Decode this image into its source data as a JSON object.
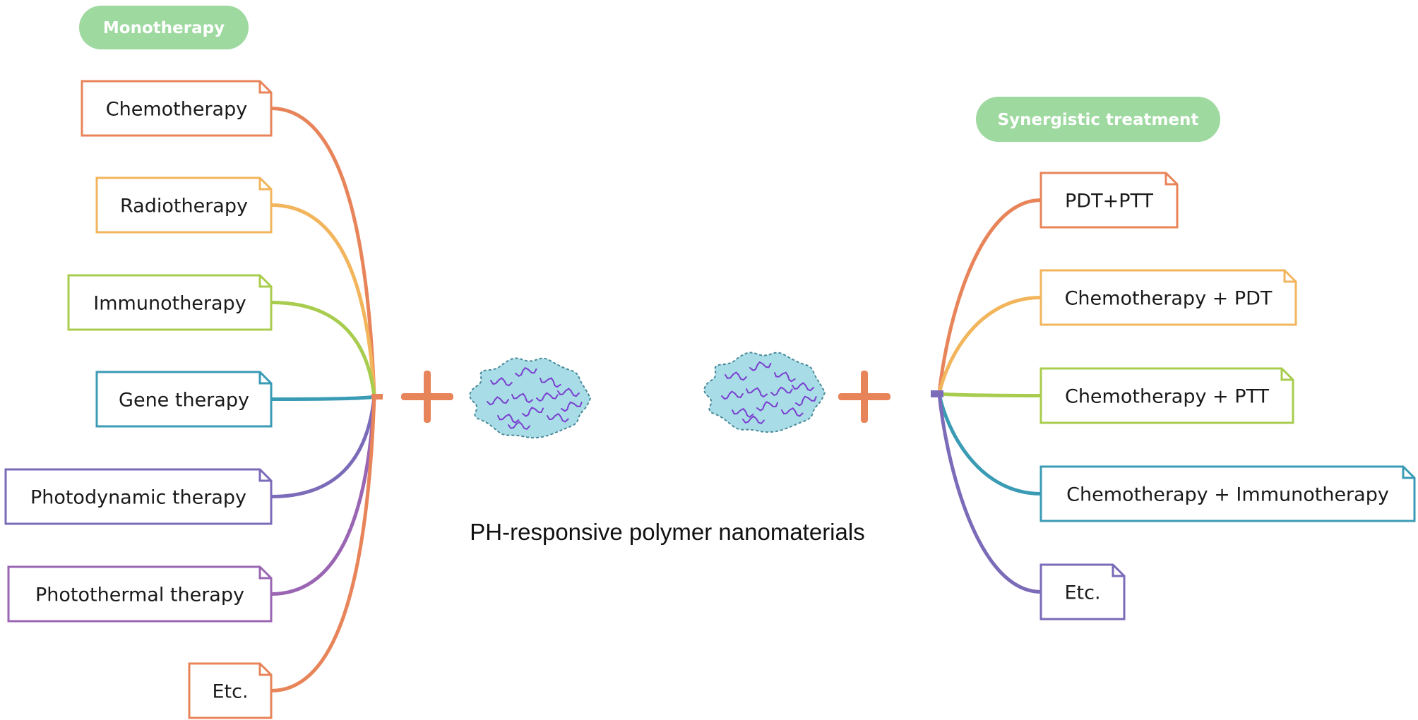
{
  "left_group": {
    "heading": "Monotherapy",
    "items": [
      {
        "label": "Chemotherapy",
        "color": "#e8845a"
      },
      {
        "label": "Radiotherapy",
        "color": "#f2b55c"
      },
      {
        "label": "Immunotherapy",
        "color": "#a8cc4e"
      },
      {
        "label": "Gene therapy",
        "color": "#3a9bb5"
      },
      {
        "label": "Photodynamic therapy",
        "color": "#7b6bb8"
      },
      {
        "label": "Photothermal therapy",
        "color": "#9a66b3"
      },
      {
        "label": "Etc.",
        "color": "#e8845a"
      }
    ]
  },
  "right_group": {
    "heading": "Synergistic treatment",
    "items": [
      {
        "label": "PDT+PTT",
        "color": "#e8845a"
      },
      {
        "label": "Chemotherapy + PDT",
        "color": "#f2b55c"
      },
      {
        "label": "Chemotherapy + PTT",
        "color": "#a8cc4e"
      },
      {
        "label": "Chemotherapy + Immunotherapy",
        "color": "#3a9bb5"
      },
      {
        "label": "Etc.",
        "color": "#7b6bb8"
      }
    ]
  },
  "center": {
    "caption": "PH-responsive polymer nanomaterials",
    "plus_color": "#e8845a",
    "nanoparticle_fill": "#a8dce6",
    "polymer_color": "#7a3fd0"
  },
  "pill_color": "#9ed9a0"
}
